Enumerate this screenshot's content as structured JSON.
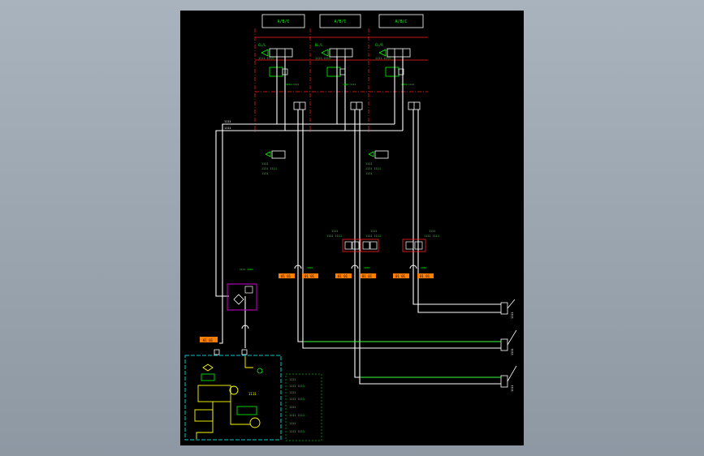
{
  "colors": {
    "background": "#a0aab4",
    "sheet": "#000000",
    "pipe": "#ffffff",
    "label": "#00ff00",
    "valve": "#ffff00",
    "boundary": "#ff2020",
    "tag": "#ff7f00",
    "filter": "#cc00cc",
    "pump_unit": "#00c8c8"
  },
  "headers": [
    {
      "text": "A/B/C"
    },
    {
      "text": "A/B/C"
    },
    {
      "text": "A/B/C"
    }
  ],
  "valve_tags": [
    "CL/L",
    "BL/L",
    "CL/R"
  ],
  "valve_codes": [
    "1111-1111",
    "1111-1111",
    "1111-1111"
  ],
  "line_labels": [
    "1111",
    "1111"
  ],
  "tags": [
    "01 01",
    "01 01",
    "01 01",
    "01 01",
    "01 01",
    "01 01",
    "01 01"
  ],
  "actuator_labels": [
    "1111",
    "1111",
    "1111"
  ],
  "readout": "1111"
}
